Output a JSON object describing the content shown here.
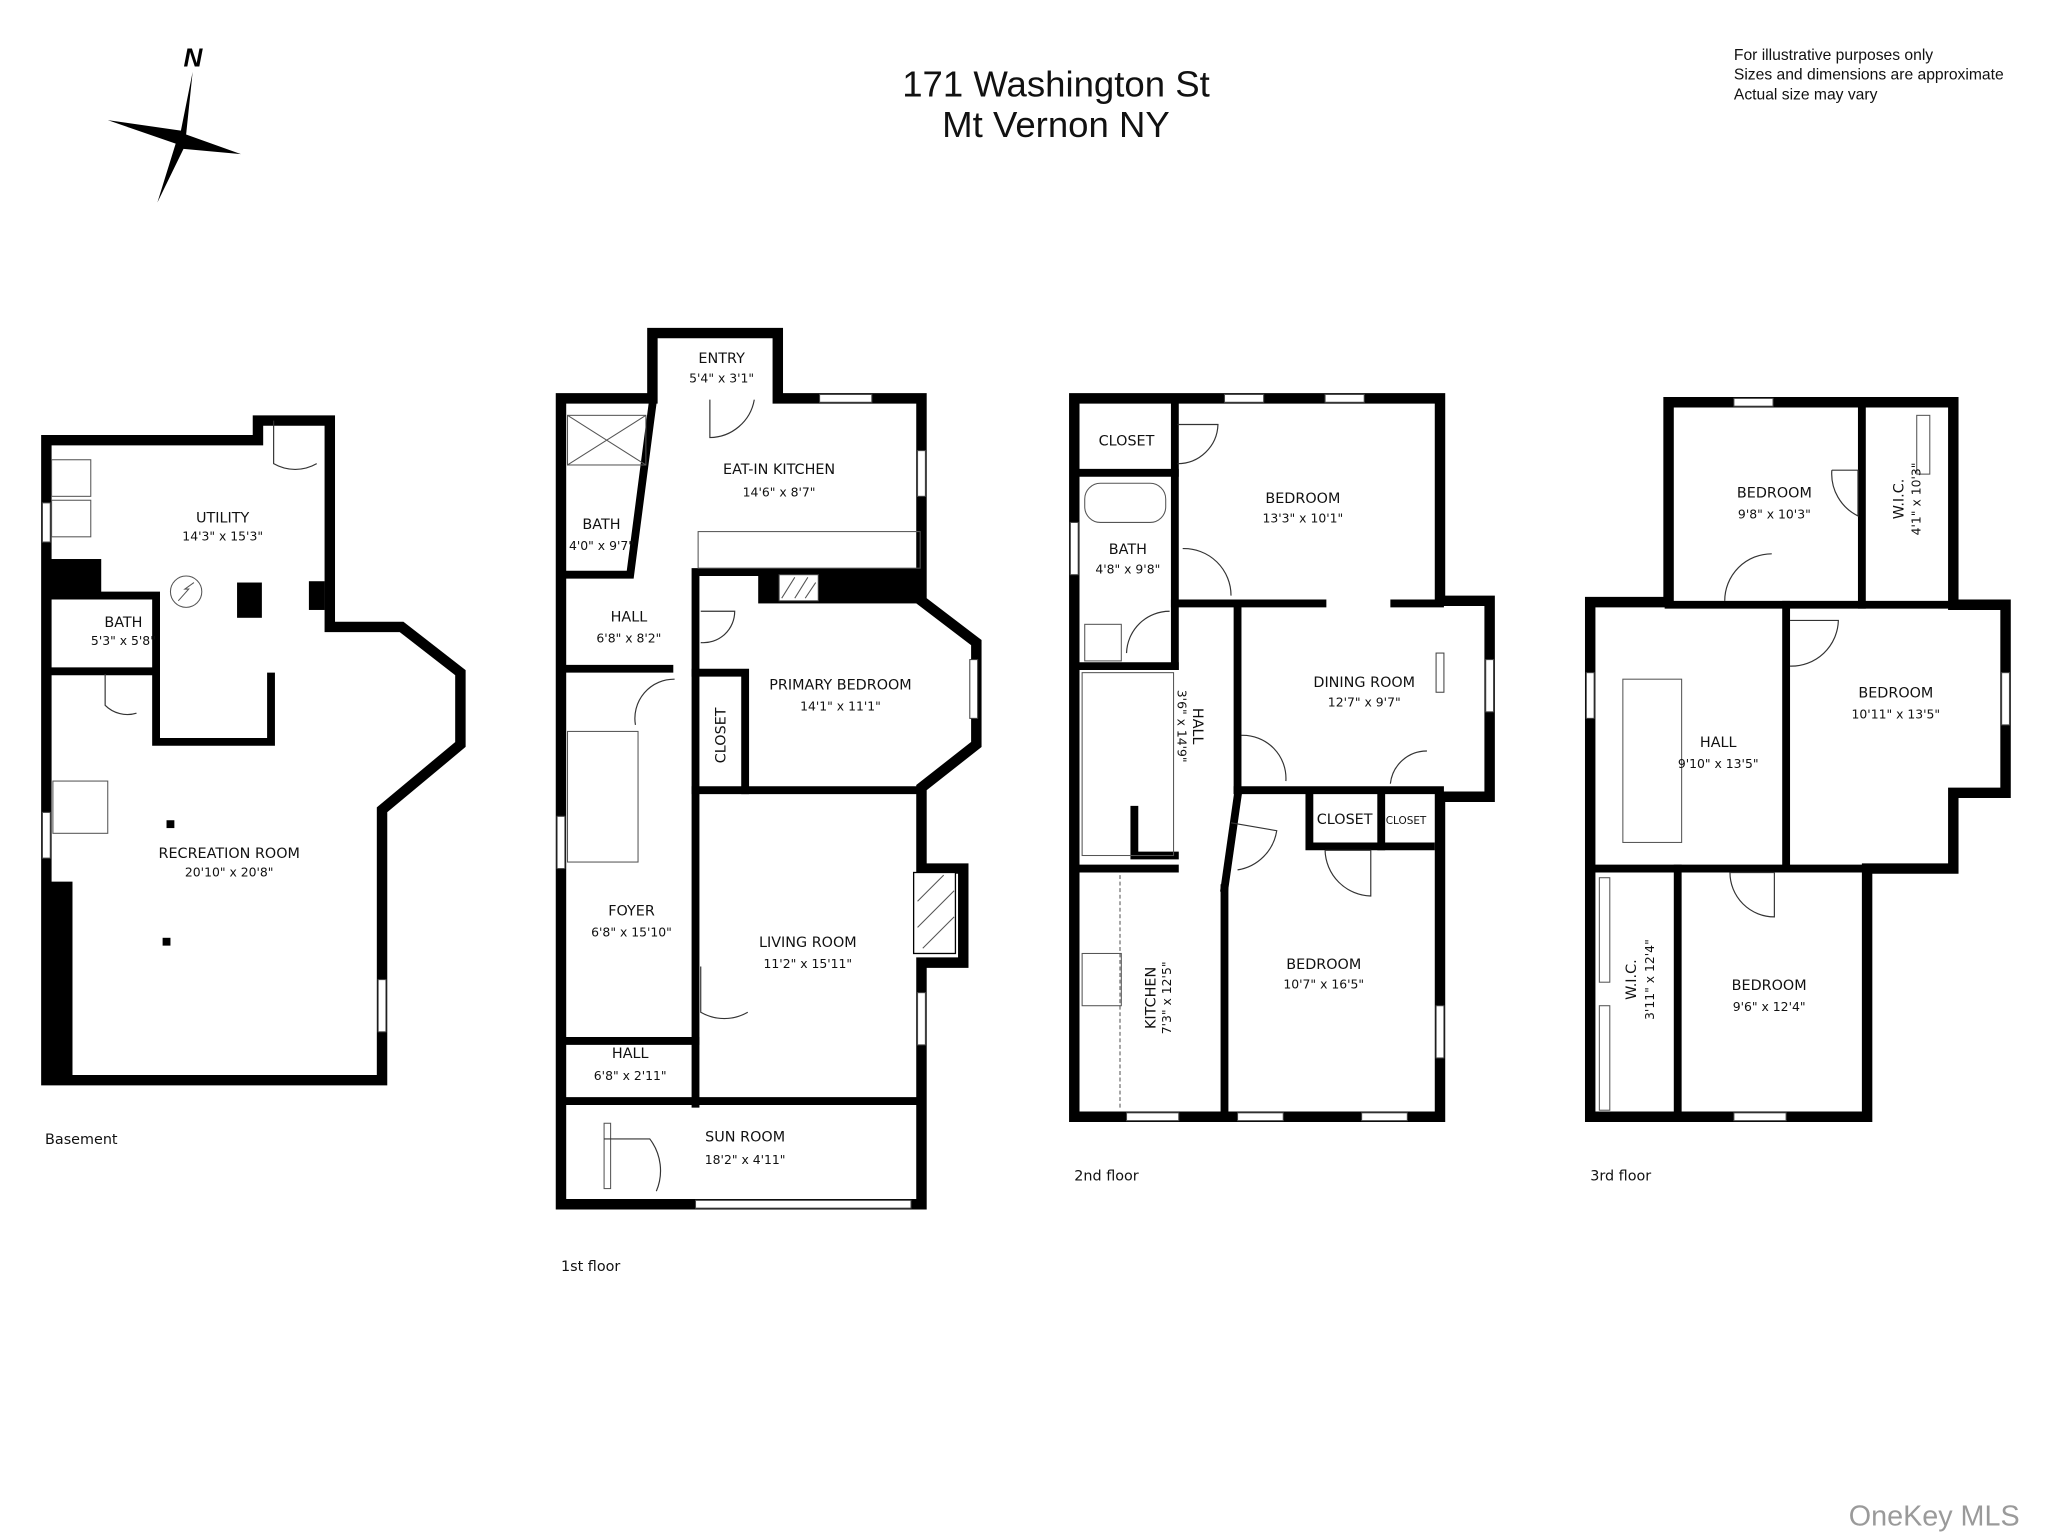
{
  "header": {
    "title_line1": "171 Washington St",
    "title_line2": "Mt Vernon NY",
    "disclaimer": [
      "For illustrative purposes only",
      "Sizes and dimensions are approximate",
      "Actual size may vary"
    ]
  },
  "compass": {
    "label": "N",
    "icon": "compass-star-icon"
  },
  "watermark": "OneKey MLS",
  "floors": [
    {
      "label": "Basement",
      "rooms": [
        {
          "name": "UTILITY",
          "dims": "14'3\" x 15'3\""
        },
        {
          "name": "BATH",
          "dims": "5'3\" x 5'8\""
        },
        {
          "name": "RECREATION ROOM",
          "dims": "20'10\" x 20'8\""
        }
      ]
    },
    {
      "label": "1st floor",
      "rooms": [
        {
          "name": "ENTRY",
          "dims": "5'4\" x 3'1\""
        },
        {
          "name": "EAT-IN KITCHEN",
          "dims": "14'6\" x 8'7\""
        },
        {
          "name": "BATH",
          "dims": "4'0\" x 9'7\""
        },
        {
          "name": "HALL",
          "dims": "6'8\" x 8'2\""
        },
        {
          "name": "PRIMARY BEDROOM",
          "dims": "14'1\" x 11'1\""
        },
        {
          "name": "CLOSET",
          "dims": ""
        },
        {
          "name": "FOYER",
          "dims": "6'8\" x 15'10\""
        },
        {
          "name": "LIVING ROOM",
          "dims": "11'2\" x 15'11\""
        },
        {
          "name": "HALL",
          "dims": "6'8\" x 2'11\""
        },
        {
          "name": "SUN ROOM",
          "dims": "18'2\" x 4'11\""
        }
      ]
    },
    {
      "label": "2nd floor",
      "rooms": [
        {
          "name": "CLOSET",
          "dims": ""
        },
        {
          "name": "BEDROOM",
          "dims": "13'3\" x 10'1\""
        },
        {
          "name": "BATH",
          "dims": "4'8\" x 9'8\""
        },
        {
          "name": "HALL",
          "dims": "3'6\" x 14'9\""
        },
        {
          "name": "DINING ROOM",
          "dims": "12'7\" x 9'7\""
        },
        {
          "name": "CLOSET",
          "dims": ""
        },
        {
          "name": "CLOSET",
          "dims": ""
        },
        {
          "name": "KITCHEN",
          "dims": "7'3\" x 12'5\""
        },
        {
          "name": "BEDROOM",
          "dims": "10'7\" x 16'5\""
        }
      ]
    },
    {
      "label": "3rd floor",
      "rooms": [
        {
          "name": "BEDROOM",
          "dims": "9'8\" x 10'3\""
        },
        {
          "name": "W.I.C.",
          "dims": "4'1\" x 10'3\""
        },
        {
          "name": "HALL",
          "dims": "9'10\" x 13'5\""
        },
        {
          "name": "BEDROOM",
          "dims": "10'11\" x 13'5\""
        },
        {
          "name": "W.I.C.",
          "dims": "3'11\" x 12'4\""
        },
        {
          "name": "BEDROOM",
          "dims": "9'6\" x 12'4\""
        }
      ]
    }
  ]
}
